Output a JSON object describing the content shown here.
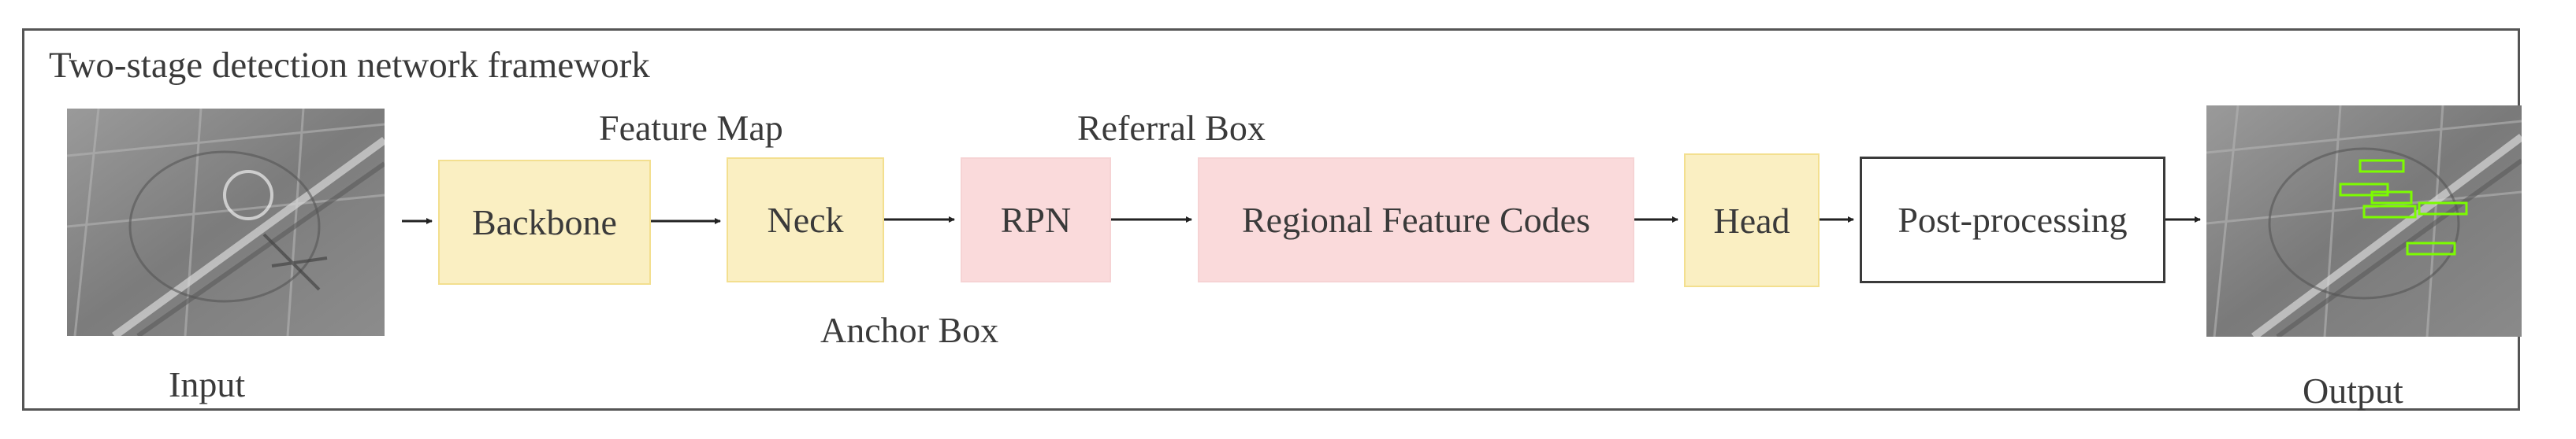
{
  "title": "Two-stage detection network framework",
  "labels": {
    "input": "Input",
    "output": "Output",
    "feature_map": "Feature Map",
    "referral_box": "Referral Box",
    "anchor_box": "Anchor Box"
  },
  "stages": {
    "backbone": "Backbone",
    "neck": "Neck",
    "rpn": "RPN",
    "regional": "Regional Feature Codes",
    "head": "Head",
    "post": "Post-processing"
  },
  "colors": {
    "module_fill": "#faefc2",
    "proposal_fill": "#fadadb",
    "detection_box": "#7cfc00"
  }
}
